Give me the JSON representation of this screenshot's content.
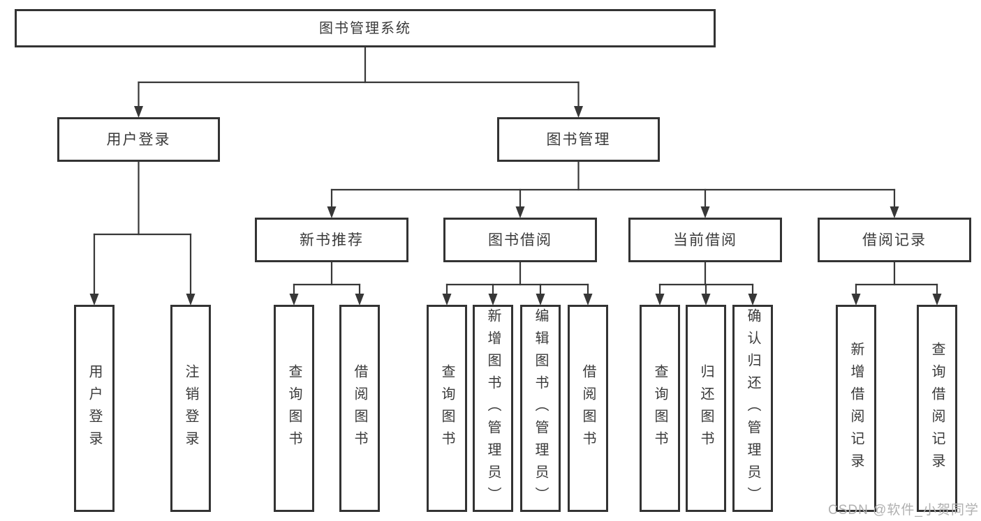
{
  "diagram": {
    "root": {
      "label": "图书管理系统"
    },
    "level2": {
      "user_login": {
        "label": "用户登录"
      },
      "book_mgmt": {
        "label": "图书管理"
      }
    },
    "level3": {
      "new_book_rec": {
        "label": "新书推荐"
      },
      "book_borrow": {
        "label": "图书借阅"
      },
      "current_borrow": {
        "label": "当前借阅"
      },
      "borrow_records": {
        "label": "借阅记录"
      }
    },
    "leaves": {
      "user_login": [
        "用户登录",
        "注销登录"
      ],
      "new_book_rec": [
        "查询图书",
        "借阅图书"
      ],
      "book_borrow": [
        "查询图书",
        "新增图书（管理员）",
        "编辑图书（管理员）",
        "借阅图书"
      ],
      "current_borrow": [
        "查询图书",
        "归还图书",
        "确认归还（管理员）"
      ],
      "borrow_records": [
        "新增借阅记录",
        "查询借阅记录"
      ]
    }
  },
  "watermark": {
    "text": "CSDN @软件_小贺同学"
  },
  "colors": {
    "line": "#373737",
    "box_border": "#333333",
    "text": "#3a3a3a",
    "background": "#ffffff",
    "watermark": "#b0b0b0"
  }
}
